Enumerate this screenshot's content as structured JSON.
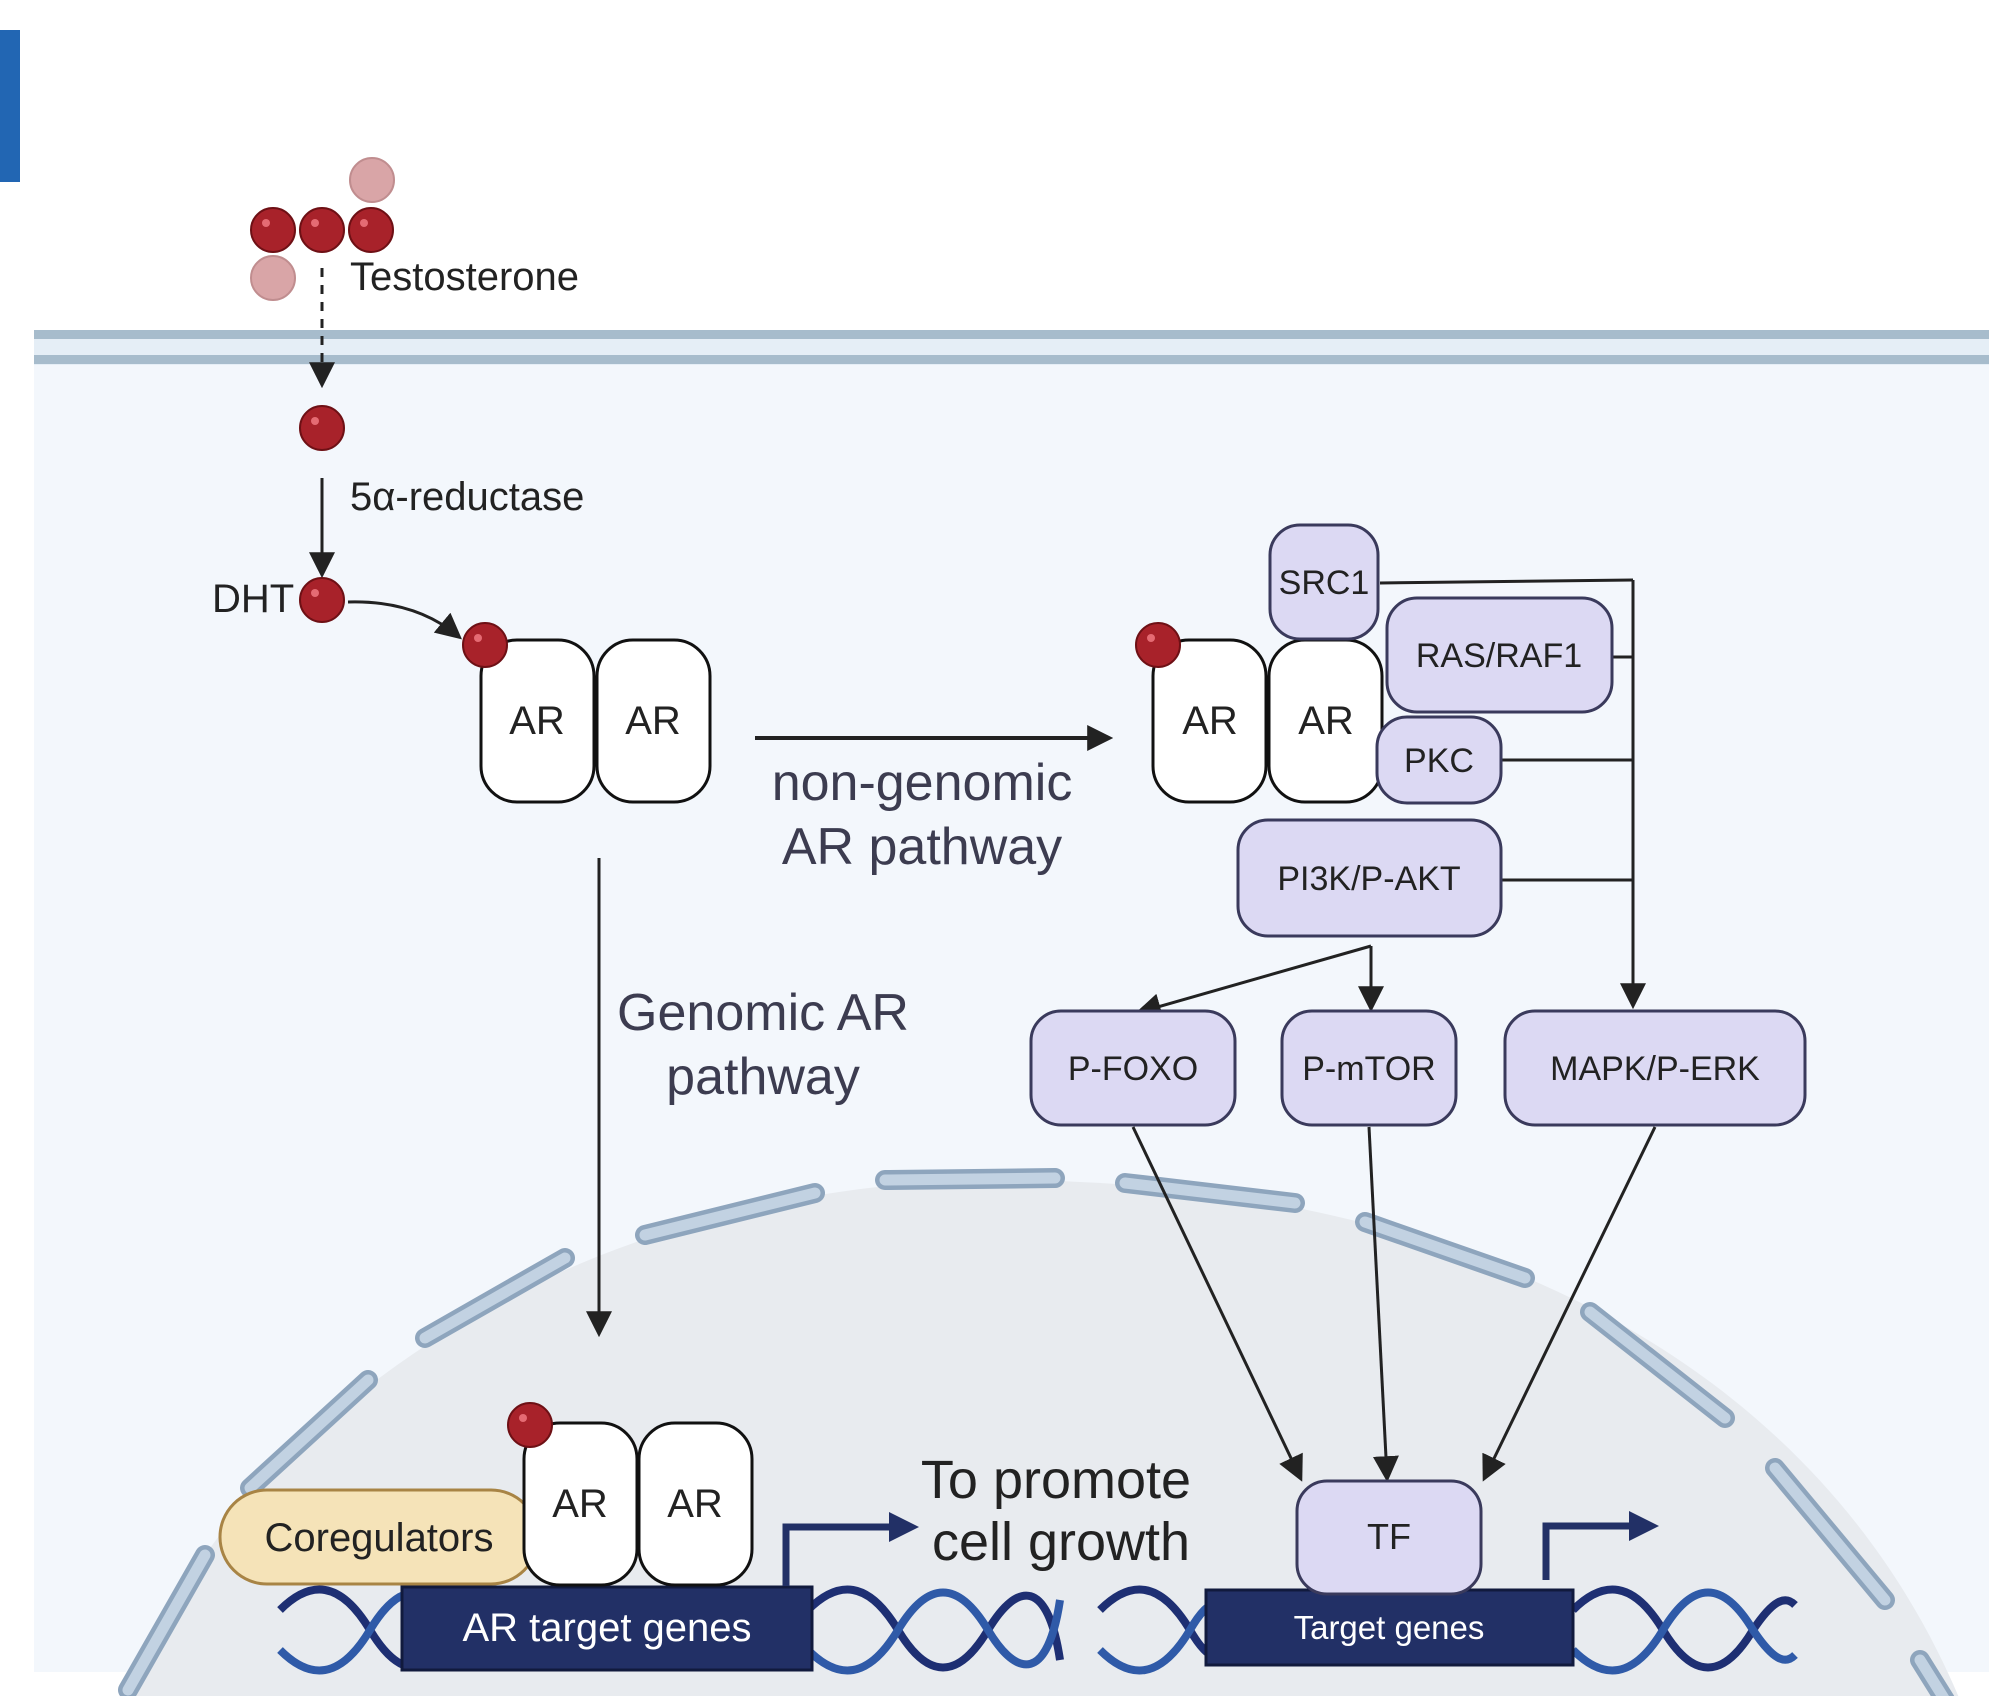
{
  "colors": {
    "bar": "#2266b3",
    "cytoplasm": "#f3f7fc",
    "membrane": "#a7bccc",
    "membrane_inner": "#e5eef6",
    "nucleus": "#e8ebef",
    "envelope": "#c2d2e2",
    "envelope_stroke": "#8ea5bd",
    "hormone": "#a8222a",
    "hormone_light": "#d9a5a7",
    "kinase_fill": "#dcd9f3",
    "kinase_stroke": "#3a3a5c",
    "coreg_fill": "#f5e3b8",
    "coreg_stroke": "#a88445",
    "gene_box": "#223066",
    "dna_a": "#1e2f73",
    "dna_b": "#2f5aa8"
  },
  "labels": {
    "testosterone": "Testosterone",
    "reductase": "5α-reductase",
    "dht": "DHT",
    "ar": "AR",
    "non_genomic_1": "non-genomic",
    "non_genomic_2": "AR pathway",
    "genomic_1": "Genomic AR",
    "genomic_2": "pathway",
    "promote_1": "To promote",
    "promote_2": "cell growth",
    "coregulators": "Coregulators",
    "ar_target_genes": "AR target genes",
    "target_genes": "Target genes",
    "tf": "TF"
  },
  "kinases": {
    "src1": "SRC1",
    "ras_raf1": "RAS/RAF1",
    "pkc": "PKC",
    "pi3k": "PI3K/P-AKT",
    "pfoxo": "P-FOXO",
    "pmtor": "P-mTOR",
    "mapk": "MAPK/P-ERK"
  }
}
